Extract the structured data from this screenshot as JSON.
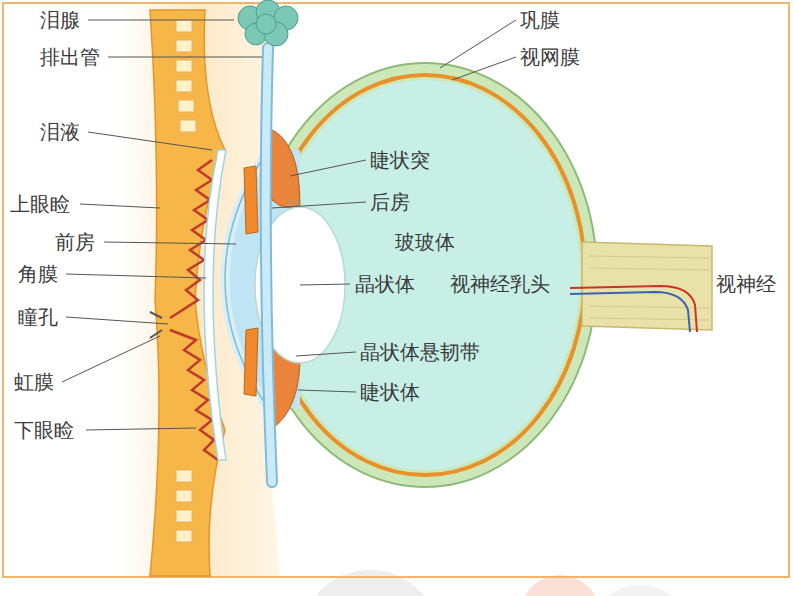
{
  "diagram": {
    "labels": [
      "泪腺",
      "排出管",
      "泪液",
      "上眼睑",
      "前房",
      "角膜",
      "瞳孔",
      "虹膜",
      "下眼睑",
      "巩膜",
      "视网膜",
      "睫状突",
      "后房",
      "玻玻体",
      "晶状体",
      "视神经乳头",
      "视神经",
      "晶状体悬韧带",
      "睫状体"
    ]
  }
}
